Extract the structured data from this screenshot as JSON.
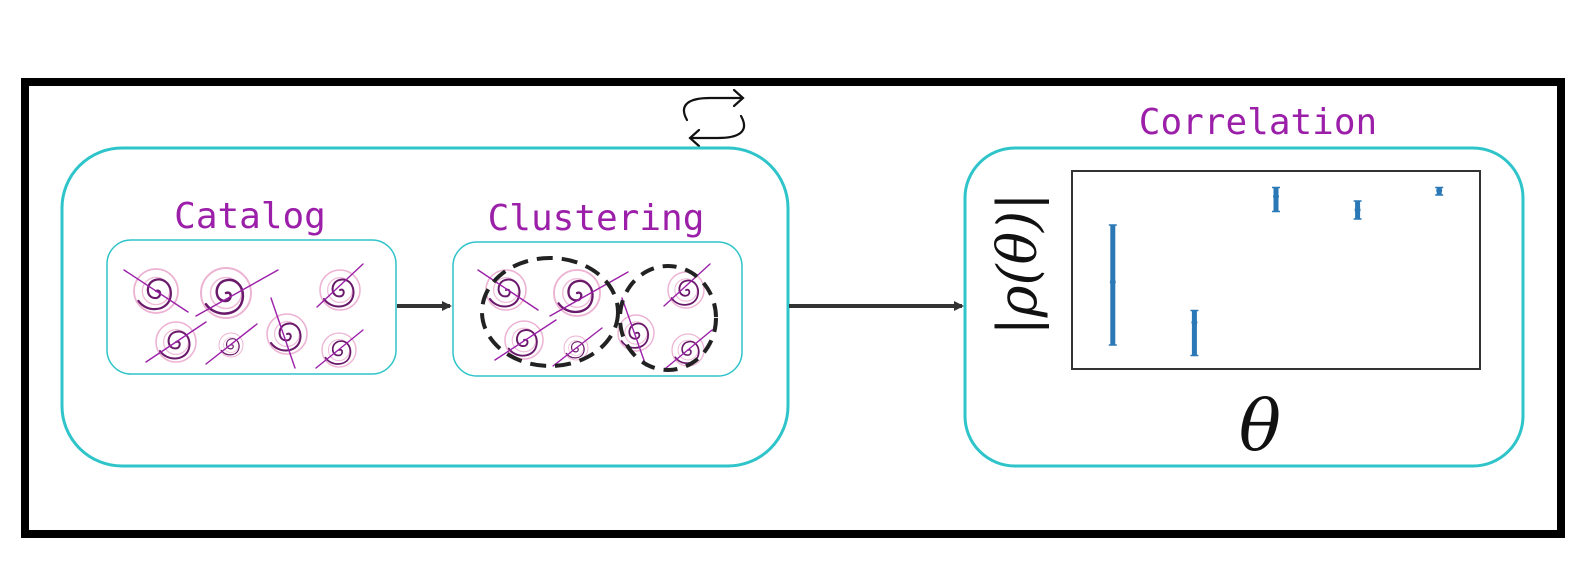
{
  "labels": {
    "catalog": "Catalog",
    "clustering": "Clustering",
    "correlation": "Correlation",
    "y_axis": "|ρ(θ)|",
    "x_axis": "θ"
  },
  "icons": {
    "loop": "repeat-cycle-icon",
    "galaxy": "spiral-galaxy-icon",
    "arrow": "arrow-right-icon"
  },
  "colors": {
    "outer_border": "#000000",
    "panel_border": "#2ec4c9",
    "label": "#9b1fa8",
    "galaxy": "#6a1a6a",
    "galaxy_halo": "#e8a0c8",
    "error_bar": "#2a78b5",
    "arrow": "#333333",
    "cluster_outline": "#222222"
  },
  "chart_data": {
    "type": "scatter",
    "title": "",
    "xlabel": "θ",
    "ylabel": "|ρ(θ)|",
    "grid": false,
    "points": [
      {
        "x": 1,
        "y": 0.38,
        "err_low": 0.42,
        "err_high": 0.38
      },
      {
        "x": 2,
        "y": 0.11,
        "err_low": 0.22,
        "err_high": 0.08
      },
      {
        "x": 3,
        "y": 0.95,
        "err_low": 0.1,
        "err_high": 0.06
      },
      {
        "x": 4,
        "y": 0.86,
        "err_low": 0.06,
        "err_high": 0.06
      },
      {
        "x": 5,
        "y": 0.99,
        "err_low": 0.03,
        "err_high": 0.02
      }
    ],
    "xlim": [
      0.5,
      5.5
    ],
    "ylim": [
      -0.2,
      1.12
    ]
  }
}
